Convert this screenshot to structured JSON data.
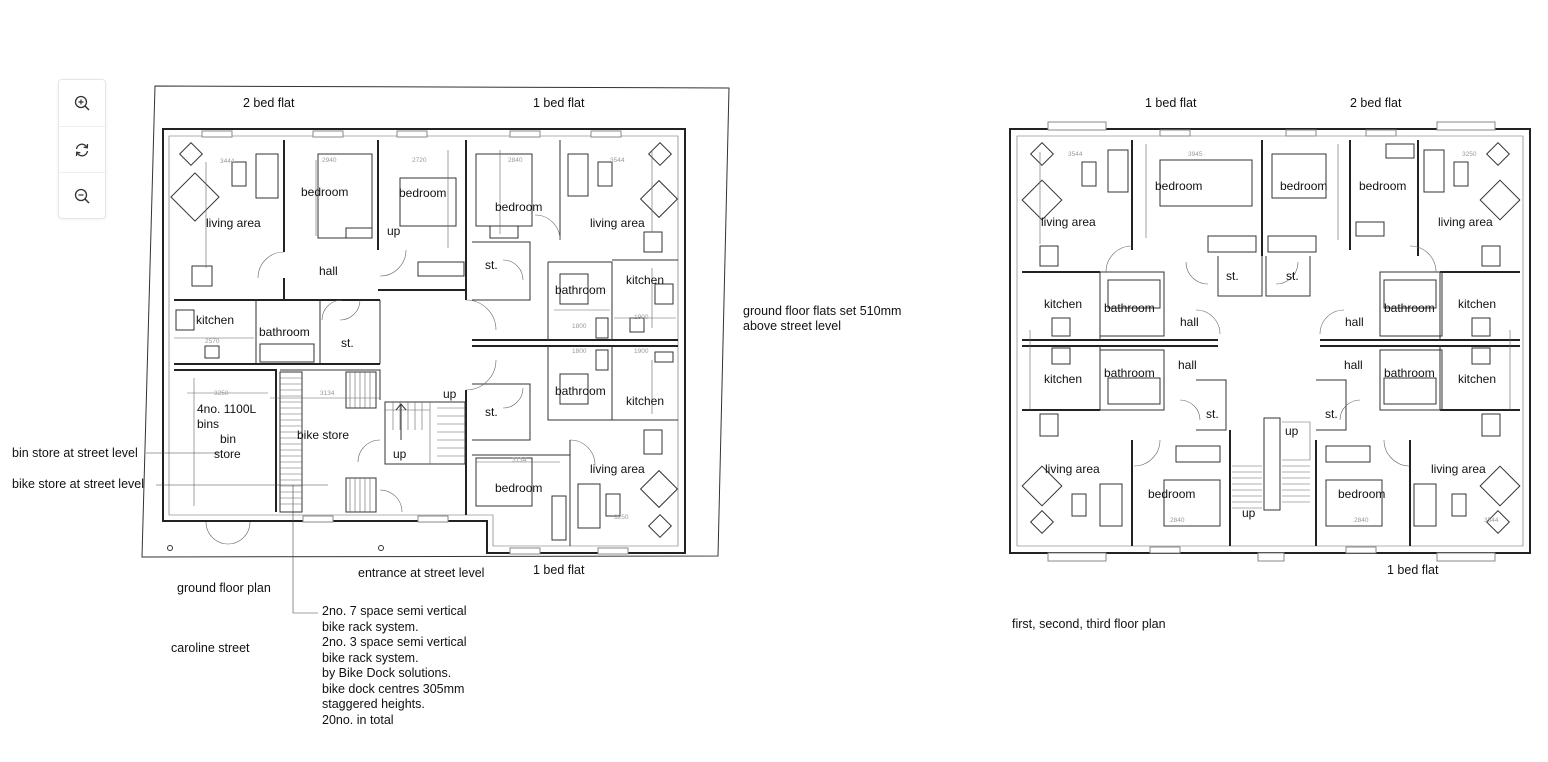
{
  "toolbar": {
    "zoom_in_icon": "zoom-in-icon",
    "rotate_icon": "rotate-icon",
    "zoom_out_icon": "zoom-out-icon"
  },
  "ground": {
    "headings": {
      "two_bed_flat": "2 bed flat",
      "one_bed_flat_top": "1 bed flat",
      "one_bed_flat_bottom": "1 bed flat"
    },
    "rooms": {
      "living_area_1": "living area",
      "living_area_2": "living area",
      "living_area_3": "living area",
      "bedroom_1": "bedroom",
      "bedroom_2": "bedroom",
      "bedroom_3": "bedroom",
      "bedroom_4": "bedroom",
      "hall": "hall",
      "up_1": "up",
      "up_2": "up",
      "up_3": "up",
      "kitchen_1": "kitchen",
      "kitchen_2": "kitchen",
      "kitchen_3": "kitchen",
      "bathroom_1": "bathroom",
      "bathroom_2": "bathroom",
      "bathroom_3": "bathroom",
      "store_1": "st.",
      "store_2": "st.",
      "store_3": "st.",
      "bins_line1": "4no. 1100L",
      "bins_line2": "bins",
      "bin_store_line1": "bin",
      "bin_store_line2": "store",
      "bike_store": "bike store"
    },
    "dims": {
      "d3444": "3444",
      "d2940": "2940",
      "d2720": "2720",
      "d2840": "2840",
      "d3544": "3544",
      "d3250": "3250",
      "d3134": "3134",
      "d2570": "2570",
      "d1800": "1800",
      "d1900": "1900",
      "d3250b": "3250",
      "d3134b": "3134",
      "d1800b": "1800",
      "d1900b": "1900"
    },
    "captions": {
      "ground_floor_plan": "ground floor plan",
      "caroline_street": "caroline street",
      "entrance": "entrance at street level",
      "flats_set": "ground floor flats set 510mm",
      "flats_set_2": "above street level",
      "bin_store_note": "bin store at street level",
      "bike_store_note": "bike store at street level"
    },
    "bike_note": [
      "2no. 7 space semi vertical",
      "bike rack system.",
      "2no. 3 space semi vertical",
      "bike rack system.",
      "by Bike Dock solutions.",
      "bike dock centres 305mm",
      "staggered heights.",
      "20no. in total"
    ]
  },
  "upper": {
    "headings": {
      "one_bed_flat_top": "1 bed flat",
      "two_bed_flat": "2 bed flat",
      "one_bed_flat_bottom": "1 bed flat"
    },
    "rooms": {
      "living_area_1": "living area",
      "living_area_2": "living area",
      "living_area_3": "living area",
      "living_area_4": "living area",
      "bedroom_1": "bedroom",
      "bedroom_2": "bedroom",
      "bedroom_3": "bedroom",
      "bedroom_4": "bedroom",
      "bedroom_5": "bedroom",
      "kitchen_1": "kitchen",
      "kitchen_2": "kitchen",
      "kitchen_3": "kitchen",
      "kitchen_4": "kitchen",
      "bathroom_1": "bathroom",
      "bathroom_2": "bathroom",
      "bathroom_3": "bathroom",
      "bathroom_4": "bathroom",
      "hall_1": "hall",
      "hall_2": "hall",
      "hall_3": "hall",
      "hall_4": "hall",
      "store_1": "st.",
      "store_2": "st.",
      "store_3": "st.",
      "store_4": "st.",
      "up_1": "up",
      "up_2": "up"
    },
    "dims": {
      "d3544": "3544",
      "d3945": "3945",
      "d3250": "3250",
      "d2840": "2840",
      "d2840b": "2840",
      "d3544b": "3544"
    },
    "captions": {
      "floor_plan": "first, second, third floor plan"
    }
  }
}
